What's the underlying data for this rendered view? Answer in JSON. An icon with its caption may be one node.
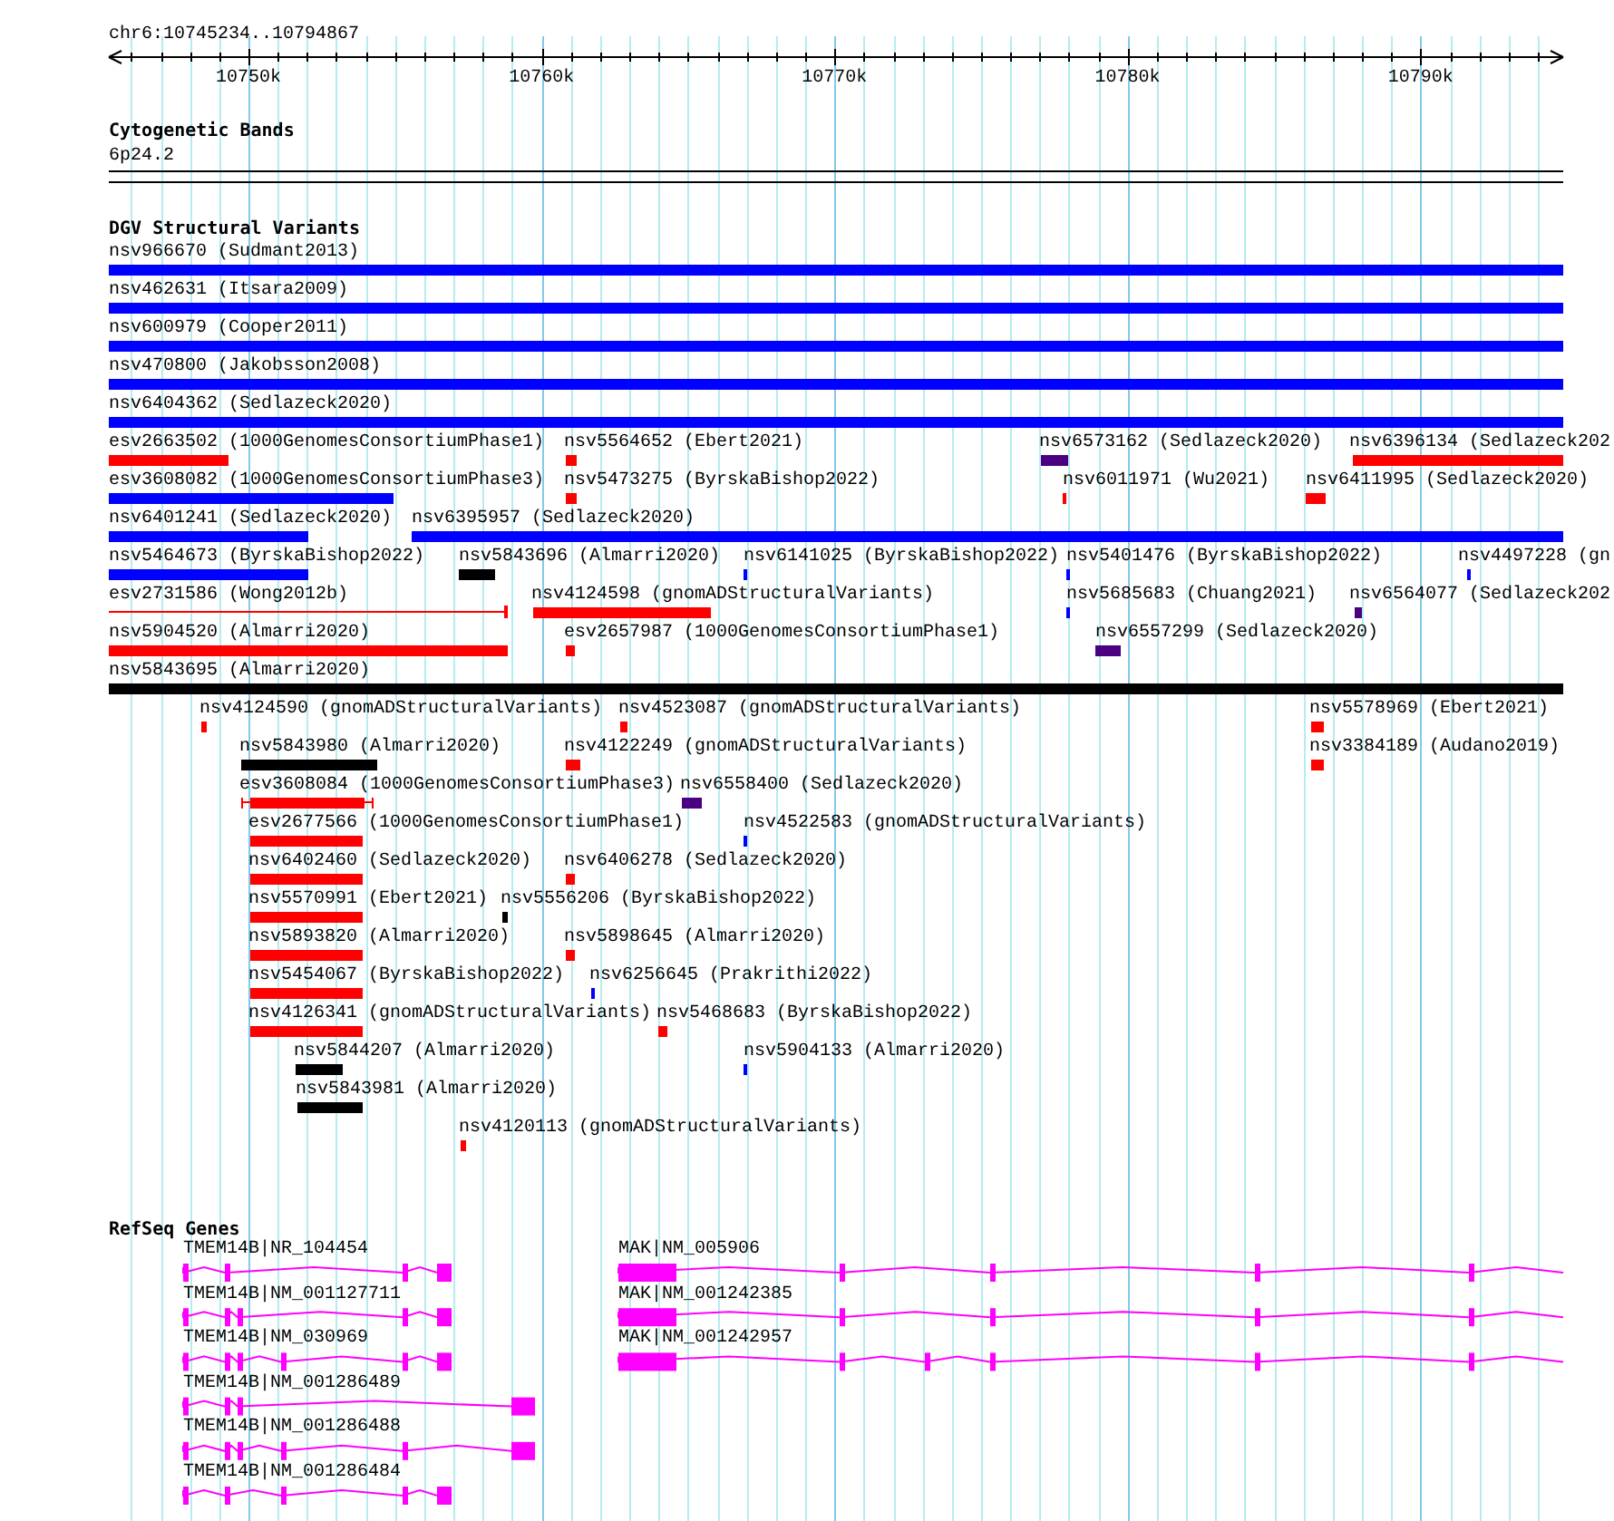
{
  "diagram": {
    "labels": [
      "chr6:10745234..10794867",
      "10750k",
      "10760k",
      "10770k",
      "10780k",
      "10790k",
      "Cytogenetic Bands",
      "6p24.2",
      "DGV Structural Variants",
      "nsv966670 (Sudmant2013)",
      "nsv462631 (Itsara2009)",
      "nsv600979 (Cooper2011)",
      "nsv470800 (Jakobsson2008)",
      "nsv6404362 (Sedlazeck2020)",
      "esv2663502 (1000GenomesConsortiumPhase1)",
      "nsv5564652 (Ebert2021)",
      "nsv6573162 (Sedlazeck2020)",
      "nsv6396134 (Sedlazeck202",
      "esv3608082 (1000GenomesConsortiumPhase3)",
      "nsv5473275 (ByrskaBishop2022)",
      "nsv6011971 (Wu2021)",
      "nsv6411995 (Sedlazeck2020)",
      "nsv6401241 (Sedlazeck2020)",
      "nsv6395957 (Sedlazeck2020)",
      "nsv5464673 (ByrskaBishop2022)",
      "nsv5843696 (Almarri2020)",
      "nsv6141025 (ByrskaBishop2022)",
      "nsv5401476 (ByrskaBishop2022)",
      "nsv4497228 (gn",
      "esv2731586 (Wong2012b)",
      "nsv4124598 (gnomADStructuralVariants)",
      "nsv5685683 (Chuang2021)",
      "nsv6564077 (Sedlazeck202",
      "nsv5904520 (Almarri2020)",
      "esv2657987 (1000GenomesConsortiumPhase1)",
      "nsv6557299 (Sedlazeck2020)",
      "nsv5843695 (Almarri2020)",
      "nsv4124590 (gnomADStructuralVariants)",
      "nsv4523087 (gnomADStructuralVariants)",
      "nsv5578969 (Ebert2021)",
      "nsv5843980 (Almarri2020)",
      "nsv4122249 (gnomADStructuralVariants)",
      "nsv3384189 (Audano2019)",
      "esv3608084 (1000GenomesConsortiumPhase3)",
      "nsv6558400 (Sedlazeck2020)",
      "esv2677566 (1000GenomesConsortiumPhase1)",
      "nsv4522583 (gnomADStructuralVariants)",
      "nsv6402460 (Sedlazeck2020)",
      "nsv6406278 (Sedlazeck2020)",
      "nsv5570991 (Ebert2021)",
      "nsv5556206 (ByrskaBishop2022)",
      "nsv5893820 (Almarri2020)",
      "nsv5898645 (Almarri2020)",
      "nsv5454067 (ByrskaBishop2022)",
      "nsv6256645 (Prakrithi2022)",
      "nsv4126341 (gnomADStructuralVariants)",
      "nsv5468683 (ByrskaBishop2022)",
      "nsv5844207 (Almarri2020)",
      "nsv5904133 (Almarri2020)",
      "nsv5843981 (Almarri2020)",
      "nsv4120113 (gnomADStructuralVariants)",
      "RefSeq Genes",
      "TMEM14B|NR_104454",
      "MAK|NM_005906",
      "TMEM14B|NM_001127711",
      "MAK|NM_001242385",
      "TMEM14B|NM_030969",
      "MAK|NM_001242957",
      "TMEM14B|NM_001286489",
      "TMEM14B|NM_001286488",
      "TMEM14B|NM_001286484"
    ]
  }
}
